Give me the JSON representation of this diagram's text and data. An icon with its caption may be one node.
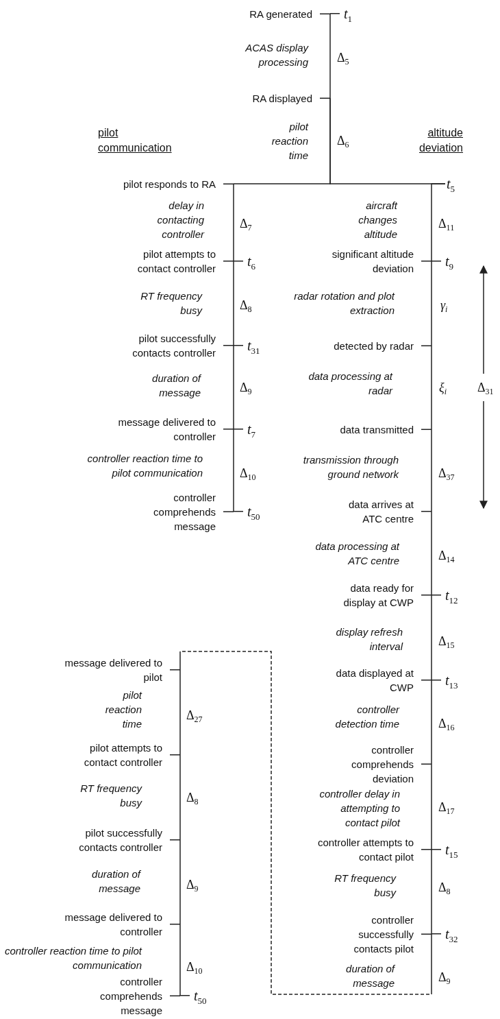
{
  "diagram": {
    "nodes": [
      {
        "text": [
          "RA generated"
        ],
        "beside": [
          "*t*$_{1}$"
        ]
      },
      {
        "text": [
          "RA displayed"
        ]
      },
      {
        "text": [
          "pilot responds to RA"
        ]
      },
      {
        "text": [
          "*t*$_{5}$"
        ]
      },
      {
        "text": [
          "pilot attempts to contact controller"
        ],
        "beside": [
          "*t*$_{6}$"
        ]
      },
      {
        "text": [
          "pilot successfully contacts controller"
        ],
        "beside": [
          "*t*$_{31}$"
        ]
      },
      {
        "text": [
          "message delivered to controller"
        ],
        "beside": [
          "*t*$_{7}$"
        ]
      },
      {
        "text": [
          "controller comprehends message"
        ],
        "beside": [
          "*t*$_{50}$"
        ]
      },
      {
        "text": [
          "significant altitude deviation"
        ],
        "beside": [
          "*t*$_{9}$"
        ]
      },
      {
        "text": [
          "detected by radar"
        ]
      },
      {
        "text": [
          "data transmitted"
        ]
      },
      {
        "text": [
          "data arrives at ATC centre"
        ]
      },
      {
        "text": [
          "data ready for display at CWP"
        ],
        "beside": [
          "*t*$_{12}$"
        ]
      },
      {
        "text": [
          "data displayed at CWP"
        ],
        "beside": [
          "*t*$_{13}$"
        ]
      },
      {
        "text": [
          "controller comprehends deviation"
        ]
      },
      {
        "text": [
          "controller attempts to contact pilot"
        ],
        "beside": [
          "*t*$_{15}$"
        ]
      },
      {
        "text": [
          "controller successfully contacts pilot"
        ],
        "beside": [
          "*t*$_{32}$"
        ]
      },
      {
        "text": [
          "message delivered to pilot"
        ]
      },
      {
        "text": [
          "pilot attempts to contact controller"
        ]
      },
      {
        "text": [
          "pilot successfully contacts controller"
        ]
      },
      {
        "text": [
          "message delivered to controller"
        ]
      },
      {
        "text": [
          "controller comprehends message"
        ],
        "beside": [
          "*t*$_{50}$"
        ]
      }
    ],
    "edges": [
      {
        "from": 0,
        "to": 1,
        "arrow": "none"
      },
      {
        "from": 1,
        "to": 2,
        "arrow": "none"
      },
      {
        "from": 1,
        "to": 3,
        "arrow": "none"
      },
      {
        "from": 2,
        "to": 4,
        "arrow": "none"
      },
      {
        "from": 4,
        "to": 5,
        "arrow": "none"
      },
      {
        "from": 5,
        "to": 6,
        "arrow": "none"
      },
      {
        "from": 6,
        "to": 7,
        "arrow": "none"
      },
      {
        "from": 3,
        "to": 8,
        "arrow": "none"
      },
      {
        "from": 8,
        "to": 9,
        "arrow": "none"
      },
      {
        "from": 9,
        "to": 10,
        "arrow": "none"
      },
      {
        "from": 10,
        "to": 11,
        "arrow": "none"
      },
      {
        "from": 11,
        "to": 12,
        "arrow": "none"
      },
      {
        "from": 12,
        "to": 13,
        "arrow": "none"
      },
      {
        "from": 13,
        "to": 14,
        "arrow": "none"
      },
      {
        "from": 14,
        "to": 15,
        "arrow": "none"
      },
      {
        "from": 15,
        "to": 16,
        "arrow": "none"
      },
      {
        "from": 16,
        "to": 17,
        "arrow": "none",
        "style": "dashed"
      },
      {
        "from": 17,
        "to": 18,
        "arrow": "none"
      },
      {
        "from": 18,
        "to": 19,
        "arrow": "none"
      },
      {
        "from": 19,
        "to": 20,
        "arrow": "none"
      },
      {
        "from": 20,
        "to": 21,
        "arrow": "none"
      }
    ],
    "labels": [
      "ACAS display processing",
      "Δ$_{5}$",
      "pilot communication",
      "pilot reaction time",
      "Δ$_{6}$",
      "altitude deviation",
      "delay in contacting controller",
      "Δ$_{7}$",
      "aircraft changes altitude",
      "Δ$_{11}$",
      "RT frequency busy",
      "Δ$_{8}$",
      "radar rotation and plot extraction",
      "*γ*$_{i}$",
      "duration of message",
      "Δ$_{9}$",
      "data processing at radar",
      "*ξ*$_{i}$",
      "Δ$_{31}$",
      "controller reaction time to pilot communication",
      "Δ$_{10}$",
      "transmission through ground network",
      "Δ$_{37}$",
      "data processing at ATC centre",
      "Δ$_{14}$",
      "display refresh interval",
      "Δ$_{15}$",
      "pilot reaction time",
      "Δ$_{27}$",
      "controller detection time",
      "Δ$_{16}$",
      "RT frequency busy",
      "Δ$_{8}$",
      "controller delay in attempting to contact pilot",
      "Δ$_{17}$",
      "duration of message",
      "Δ$_{9}$",
      "RT frequency busy",
      "Δ$_{8}$",
      "controller reaction time to pilot communication",
      "Δ$_{10}$",
      "duration of message",
      "Δ$_{9}$"
    ]
  }
}
